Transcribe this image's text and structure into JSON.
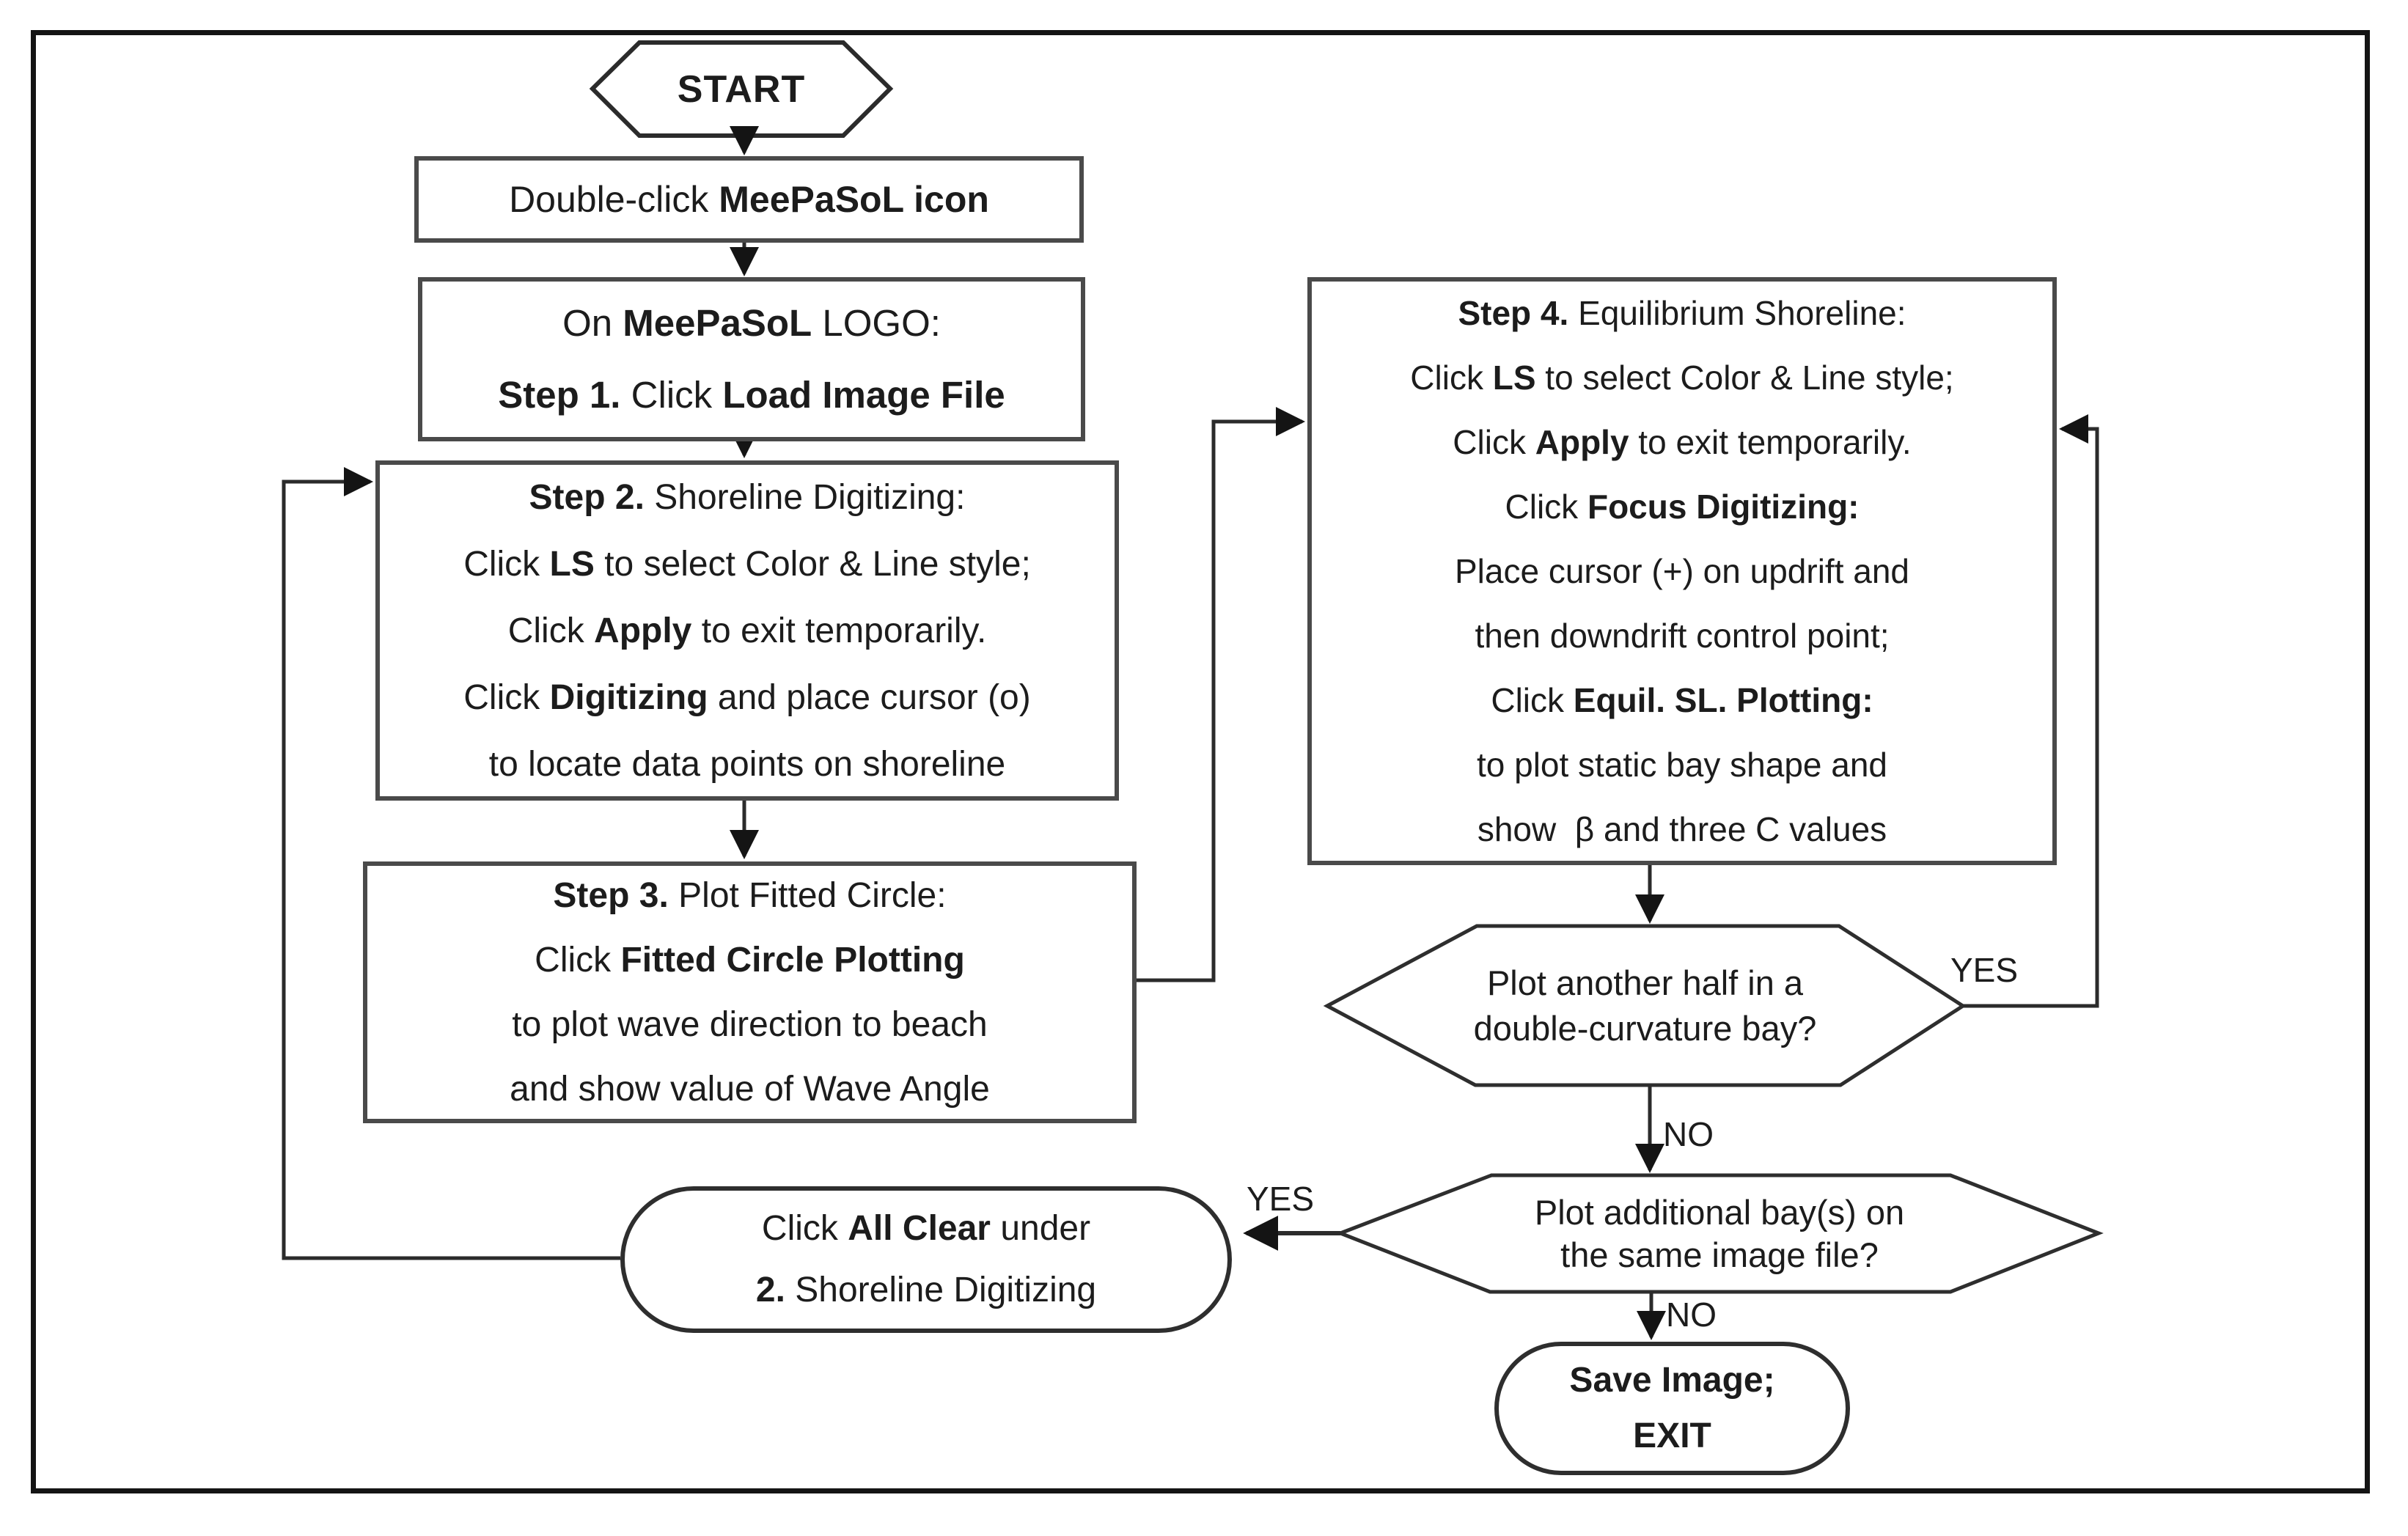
{
  "canvas": {
    "background": "#ffffff",
    "frame_border_color": "#141414",
    "box_border_color": "#4a4a4a",
    "line_color": "#383838",
    "text_color": "#1c1c1c"
  },
  "labels": {
    "yes_double_curvature": "YES",
    "no_double_curvature": "NO",
    "yes_additional_bays": "YES",
    "no_additional_bays": "NO"
  },
  "nodes": {
    "start": {
      "type": "hexagon",
      "label": "START"
    },
    "double_click_icon": {
      "type": "process",
      "lines": [
        [
          [
            "Double-click ",
            0
          ],
          [
            "MeePaSoL icon",
            1
          ]
        ]
      ]
    },
    "step1": {
      "type": "process",
      "lines": [
        [
          [
            "On ",
            0
          ],
          [
            "MeePaSoL",
            1
          ],
          [
            " LOGO:",
            0
          ]
        ],
        [
          [
            "Step 1.",
            1
          ],
          [
            " Click ",
            0
          ],
          [
            "Load Image File",
            1
          ]
        ]
      ]
    },
    "step2": {
      "type": "process",
      "lines": [
        [
          [
            "Step 2.",
            1
          ],
          [
            " Shoreline Digitizing:",
            0
          ]
        ],
        [
          [
            "Click ",
            0
          ],
          [
            "LS",
            1
          ],
          [
            " to select Color & Line style;",
            0
          ]
        ],
        [
          [
            "Click ",
            0
          ],
          [
            "Apply",
            1
          ],
          [
            " to exit temporarily.",
            0
          ]
        ],
        [
          [
            "Click ",
            0
          ],
          [
            "Digitizing",
            1
          ],
          [
            " and place cursor (o)",
            0
          ]
        ],
        [
          [
            "to locate data points on shoreline",
            0
          ]
        ]
      ]
    },
    "step3": {
      "type": "process",
      "lines": [
        [
          [
            "Step 3.",
            1
          ],
          [
            " Plot Fitted Circle:",
            0
          ]
        ],
        [
          [
            "Click ",
            0
          ],
          [
            "Fitted Circle Plotting",
            1
          ]
        ],
        [
          [
            "to plot wave direction to beach",
            0
          ]
        ],
        [
          [
            "and show value of Wave Angle",
            0
          ]
        ]
      ]
    },
    "step4": {
      "type": "process",
      "lines": [
        [
          [
            "Step 4.",
            1
          ],
          [
            " Equilibrium Shoreline:",
            0
          ]
        ],
        [
          [
            "Click ",
            0
          ],
          [
            "LS",
            1
          ],
          [
            " to select Color & Line style;",
            0
          ]
        ],
        [
          [
            "Click ",
            0
          ],
          [
            "Apply",
            1
          ],
          [
            " to exit temporarily.",
            0
          ]
        ],
        [
          [
            "Click ",
            0
          ],
          [
            "Focus Digitizing:",
            1
          ]
        ],
        [
          [
            "Place cursor (+) on updrift and",
            0
          ]
        ],
        [
          [
            "then downdrift control point;",
            0
          ]
        ],
        [
          [
            "Click ",
            0
          ],
          [
            "Equil. SL. Plotting:",
            1
          ]
        ],
        [
          [
            "to plot static bay shape and",
            0
          ]
        ],
        [
          [
            "show  β and three C values",
            0
          ]
        ]
      ]
    },
    "double_curvature_decision": {
      "type": "decision-hexagon",
      "lines": [
        [
          [
            "Plot another half in a",
            0
          ]
        ],
        [
          [
            "double-curvature bay?",
            0
          ]
        ]
      ]
    },
    "additional_bays_decision": {
      "type": "decision-hexagon",
      "lines": [
        [
          [
            "Plot additional bay(s) on",
            0
          ]
        ],
        [
          [
            "the same image file?",
            0
          ]
        ]
      ]
    },
    "all_clear": {
      "type": "terminator",
      "lines": [
        [
          [
            "Click ",
            0
          ],
          [
            "All Clear",
            1
          ],
          [
            " under",
            0
          ]
        ],
        [
          [
            "2.",
            1
          ],
          [
            " Shoreline Digitizing",
            0
          ]
        ]
      ]
    },
    "save_exit": {
      "type": "terminator",
      "lines": [
        [
          [
            "Save Image;",
            1
          ]
        ],
        [
          [
            "EXIT",
            1
          ]
        ]
      ]
    }
  },
  "edges": [
    {
      "from": "start",
      "to": "double_click_icon",
      "label": ""
    },
    {
      "from": "double_click_icon",
      "to": "step1",
      "label": ""
    },
    {
      "from": "step1",
      "to": "step2",
      "label": ""
    },
    {
      "from": "step2",
      "to": "step3",
      "label": ""
    },
    {
      "from": "step3",
      "to": "step4",
      "label": ""
    },
    {
      "from": "step4",
      "to": "double_curvature_decision",
      "label": ""
    },
    {
      "from": "double_curvature_decision",
      "to": "step4",
      "label": "YES"
    },
    {
      "from": "double_curvature_decision",
      "to": "additional_bays_decision",
      "label": "NO"
    },
    {
      "from": "additional_bays_decision",
      "to": "all_clear",
      "label": "YES"
    },
    {
      "from": "all_clear",
      "to": "step2",
      "label": ""
    },
    {
      "from": "additional_bays_decision",
      "to": "save_exit",
      "label": "NO"
    }
  ]
}
